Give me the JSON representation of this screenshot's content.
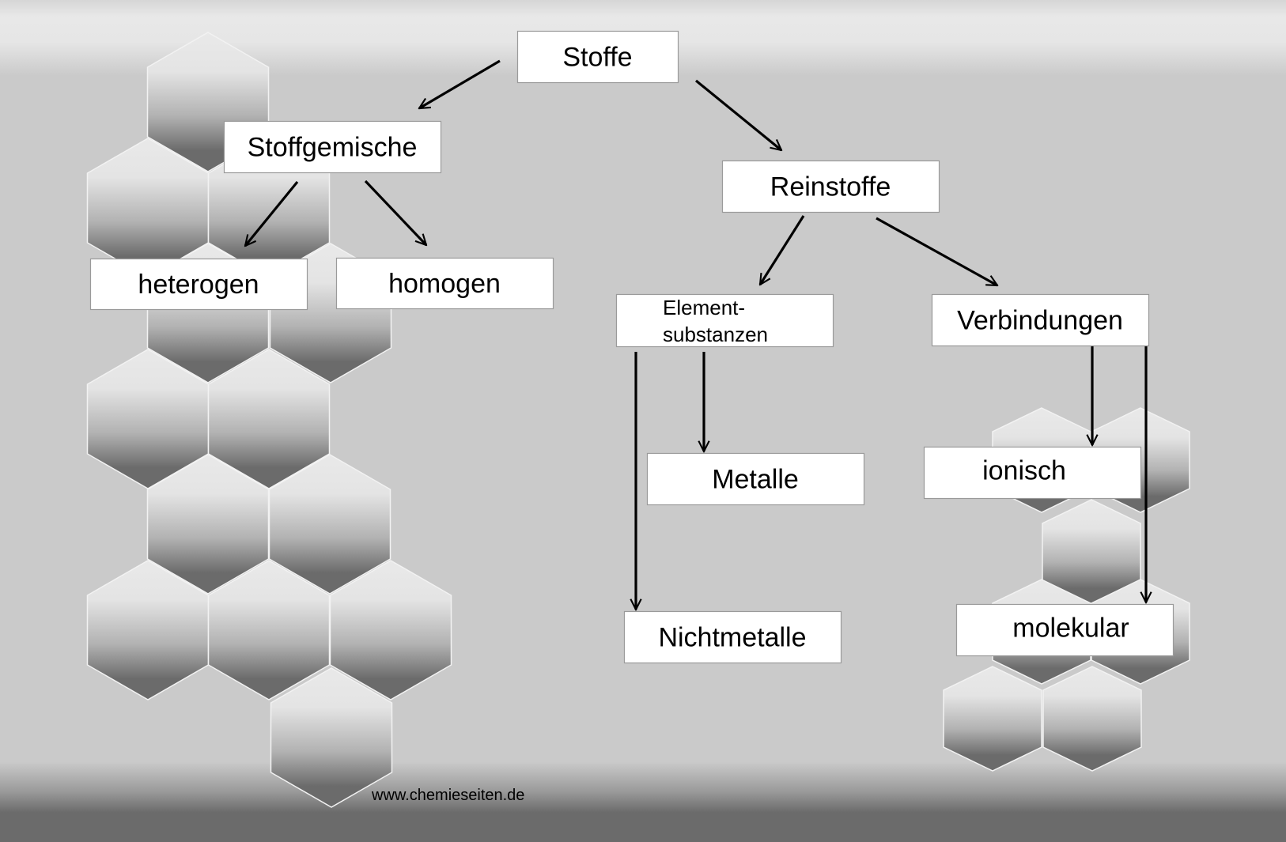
{
  "diagram": {
    "title": "Stoffe",
    "colors": {
      "background": "#cacaca",
      "background_top": "#e8e8e8",
      "background_bottom": "#6b6b6b",
      "hex_light": "#e8e8e8",
      "hex_mid": "#b0b0b0",
      "hex_dark": "#6b6b6b",
      "hex_border": "#f2f2f2",
      "box_fill": "#ffffff",
      "box_border": "#9a9a9a",
      "arrow": "#000000"
    },
    "nodes": [
      {
        "id": "stoffe",
        "label": [
          "Stoffe"
        ]
      },
      {
        "id": "stoffgemische",
        "label": [
          "Stoffgemische"
        ]
      },
      {
        "id": "reinstoffe",
        "label": [
          "Reinstoffe"
        ]
      },
      {
        "id": "heterogen",
        "label": [
          "heterogen"
        ]
      },
      {
        "id": "homogen",
        "label": [
          "homogen"
        ]
      },
      {
        "id": "elementsubstanzen",
        "label": [
          "Element-",
          "substanzen"
        ]
      },
      {
        "id": "verbindungen",
        "label": [
          "Verbindungen"
        ]
      },
      {
        "id": "metalle",
        "label": [
          "Metalle"
        ]
      },
      {
        "id": "nichtmetalle",
        "label": [
          "Nichtmetalle"
        ]
      },
      {
        "id": "ionisch",
        "label": [
          "ionisch"
        ]
      },
      {
        "id": "molekular",
        "label": [
          "molekular"
        ]
      }
    ],
    "edges": [
      {
        "from": "stoffe",
        "to": "stoffgemische"
      },
      {
        "from": "stoffe",
        "to": "reinstoffe"
      },
      {
        "from": "stoffgemische",
        "to": "heterogen"
      },
      {
        "from": "stoffgemische",
        "to": "homogen"
      },
      {
        "from": "reinstoffe",
        "to": "elementsubstanzen"
      },
      {
        "from": "reinstoffe",
        "to": "verbindungen"
      },
      {
        "from": "elementsubstanzen",
        "to": "metalle"
      },
      {
        "from": "elementsubstanzen",
        "to": "nichtmetalle"
      },
      {
        "from": "verbindungen",
        "to": "ionisch"
      },
      {
        "from": "verbindungen",
        "to": "molekular"
      }
    ]
  },
  "footer": {
    "source": "www.chemieseiten.de"
  }
}
